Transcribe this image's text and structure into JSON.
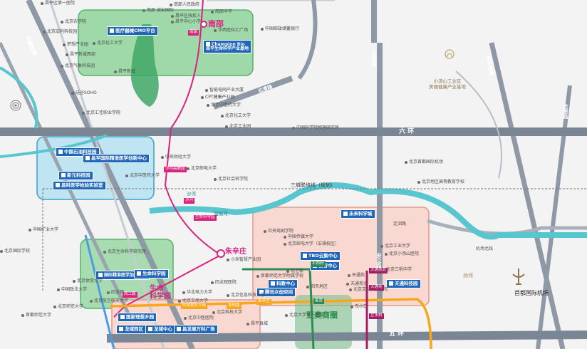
{
  "districts": {
    "nanshao": "南邵",
    "zhuxinzhuang": "朱辛庄",
    "shengming": "生命\n科学园",
    "aoyun": "亚奥商圈",
    "liushui": "小汤山工业区\n美丽健康产业基地",
    "airport": "首都国际机场"
  },
  "rings": {
    "sixth": "六 环",
    "fifth": "五 环"
  },
  "roads": {
    "liyuan": "立汤路",
    "liyuan2": "立汤路",
    "jingcheng": "京承高速",
    "jingmi": "京密路",
    "jingzang": "京藏高速",
    "badaling": "京藏高速",
    "changping": "昌平路",
    "anli": "安立路",
    "beiqing": "北清路",
    "airport_line": "机场北线",
    "weiyuan": "定泗路"
  },
  "sancheng": "三城联络线（规划）",
  "tags": [
    "医疗器械CMO平台",
    "Champion Bio\n昌平生命科学产业基地",
    "中国石油科技园",
    "昌平国际精准医学创新中心",
    "新元科技园",
    "昌科医学检验实验室",
    "未来科学城",
    "TBD云集中心",
    "云智中心",
    "科教中心",
    "腾讯众创空间",
    "天通科技园",
    "国际精准医学加速中心",
    "生命科学园",
    "国家理想乡园",
    "龙域西区",
    "龙域中心",
    "昌发展万科广场"
  ],
  "labels": [
    "昌平区第一医院",
    "南邵·诚安国际",
    "南邵人民政府",
    "南邵中学",
    "昌平区残疾人",
    "昌平中心小学",
    "华西医科汇广场",
    "中国邮政储蓄银行",
    "北京农学院",
    "北京化工大学",
    "北京宏利科技园",
    "梦想产业园",
    "昌平新城西部",
    "北京气象科技园",
    "硅谷SOHO",
    "北京汇佳职业学院",
    "智能电网产业大厦",
    "CPT健康产业园",
    "北京中医药大学",
    "北京工业园",
    "北京化工大学",
    "中国科学院物理研究所",
    "中央财经大学",
    "北京邮电大学",
    "北京中医药大学",
    "北京社会科学院",
    "中国传媒大学",
    "北京邮电大学（宏福校区）",
    "中央戏剧学院",
    "北京工业大学",
    "北京三帆中学",
    "北京首都国际机场",
    "北京地区高等教育学校",
    "小米智慧产业园",
    "首都师范大学附属学校",
    "北京生命科学研究所",
    "回龙观医院",
    "北京体育大学",
    "中国政法大学",
    "北京航空航天大学",
    "北京师范大学",
    "北京工商大学",
    "北京科技大学",
    "华北电力大学",
    "北京信息科技大学",
    "昌平县城",
    "北京中医医院",
    "回天地区",
    "北京小汤山医院",
    "北京京城皮肤医院",
    "北京国际学校",
    "天通苑",
    "中国矿业大学",
    "北京大学第一医院",
    "首都师范大学",
    "昌平新城",
    "回龙观",
    "北七家",
    "天通苑北",
    "东小口"
  ],
  "stations": [
    "沙河高教园",
    "沙河",
    "生命科学园",
    "朱辛庄",
    "西二旗",
    "平西府",
    "霍营",
    "立水桥",
    "天通苑北",
    "天通苑",
    "回龙观东大街",
    "育知路",
    "南邵"
  ],
  "colors": {
    "green_zone": "#8fd19b",
    "blue_zone": "#b4def0",
    "pink_zone": "#f8d5cf",
    "ring": "#7c8795",
    "river": "#5bc7cd",
    "changping_line": "#d8247e",
    "line13": "#f9a61a",
    "line8": "#2e8b57",
    "line5": "#a31f63",
    "airport_line": "#95a0ab"
  }
}
